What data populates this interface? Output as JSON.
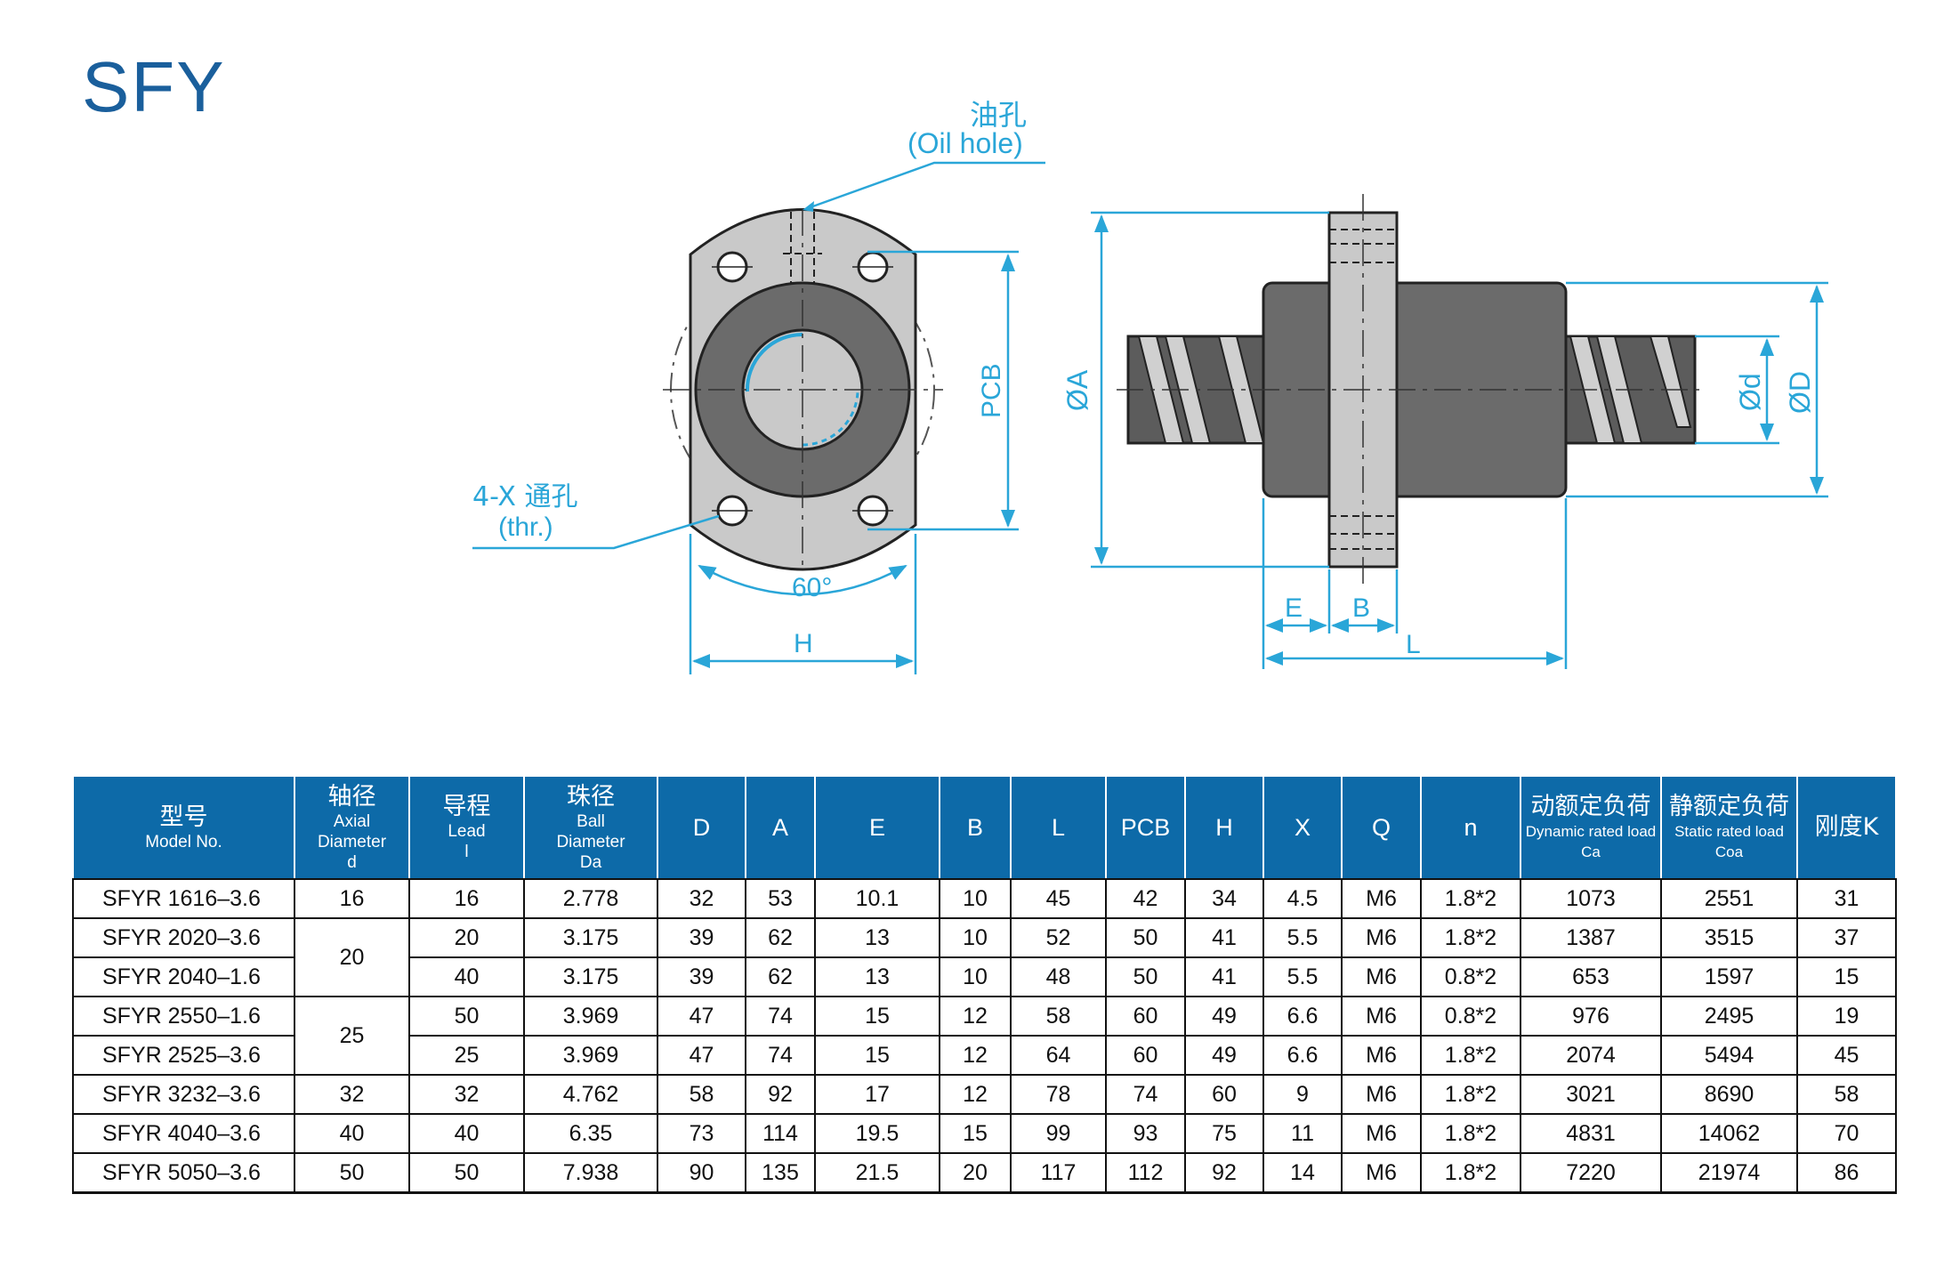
{
  "page": {
    "title": "SFY"
  },
  "drawing": {
    "oil_hole_cn": "油孔",
    "oil_hole_en": "(Oil hole)",
    "through_hole_cn": "4-X 通孔",
    "through_hole_en": "(thr.)",
    "angle": "60°",
    "dim_H": "H",
    "dim_PCB": "PCB",
    "dim_A": "ØA",
    "dim_d": "Ød",
    "dim_D": "ØD",
    "dim_E": "E",
    "dim_B": "B",
    "dim_L": "L",
    "line_color": "#2aa6d8"
  },
  "table": {
    "header_color": "#0d6aa8",
    "headers": [
      {
        "cn": "型号",
        "en": "Model No."
      },
      {
        "cn": "轴径",
        "en": "Axial",
        "en2": "Diameter",
        "en3": "d"
      },
      {
        "cn": "导程",
        "en": "Lead",
        "en2": "l"
      },
      {
        "cn": "珠径",
        "en": "Ball",
        "en2": "Diameter",
        "en3": "Da"
      },
      {
        "label": "D"
      },
      {
        "label": "A"
      },
      {
        "label": "E"
      },
      {
        "label": "B"
      },
      {
        "label": "L"
      },
      {
        "label": "PCB"
      },
      {
        "label": "H"
      },
      {
        "label": "X"
      },
      {
        "label": "Q"
      },
      {
        "label": "n"
      },
      {
        "cn": "动额定负荷",
        "en": "Dynamic rated load",
        "en2": "Ca"
      },
      {
        "cn": "静额定负荷",
        "en": "Static rated  load",
        "en2": "Coa"
      },
      {
        "cn": "刚度K"
      }
    ],
    "rows": [
      {
        "model": "SFYR 1616–3.6",
        "d": "16",
        "lead": "16",
        "da": "2.778",
        "D": "32",
        "A": "53",
        "E": "10.1",
        "B": "10",
        "L": "45",
        "PCB": "42",
        "H": "34",
        "X": "4.5",
        "Q": "M6",
        "n": "1.8*2",
        "ca": "1073",
        "coa": "2551",
        "k": "31"
      },
      {
        "model": "SFYR 2020–3.6",
        "d": "20",
        "lead": "20",
        "da": "3.175",
        "D": "39",
        "A": "62",
        "E": "13",
        "B": "10",
        "L": "52",
        "PCB": "50",
        "H": "41",
        "X": "5.5",
        "Q": "M6",
        "n": "1.8*2",
        "ca": "1387",
        "coa": "3515",
        "k": "37"
      },
      {
        "model": "SFYR 2040–1.6",
        "lead": "40",
        "da": "3.175",
        "D": "39",
        "A": "62",
        "E": "13",
        "B": "10",
        "L": "48",
        "PCB": "50",
        "H": "41",
        "X": "5.5",
        "Q": "M6",
        "n": "0.8*2",
        "ca": "653",
        "coa": "1597",
        "k": "15"
      },
      {
        "model": "SFYR 2550–1.6",
        "d": "25",
        "lead": "50",
        "da": "3.969",
        "D": "47",
        "A": "74",
        "E": "15",
        "B": "12",
        "L": "58",
        "PCB": "60",
        "H": "49",
        "X": "6.6",
        "Q": "M6",
        "n": "0.8*2",
        "ca": "976",
        "coa": "2495",
        "k": "19"
      },
      {
        "model": "SFYR 2525–3.6",
        "lead": "25",
        "da": "3.969",
        "D": "47",
        "A": "74",
        "E": "15",
        "B": "12",
        "L": "64",
        "PCB": "60",
        "H": "49",
        "X": "6.6",
        "Q": "M6",
        "n": "1.8*2",
        "ca": "2074",
        "coa": "5494",
        "k": "45"
      },
      {
        "model": "SFYR 3232–3.6",
        "d": "32",
        "lead": "32",
        "da": "4.762",
        "D": "58",
        "A": "92",
        "E": "17",
        "B": "12",
        "L": "78",
        "PCB": "74",
        "H": "60",
        "X": "9",
        "Q": "M6",
        "n": "1.8*2",
        "ca": "3021",
        "coa": "8690",
        "k": "58"
      },
      {
        "model": "SFYR 4040–3.6",
        "d": "40",
        "lead": "40",
        "da": "6.35",
        "D": "73",
        "A": "114",
        "E": "19.5",
        "B": "15",
        "L": "99",
        "PCB": "93",
        "H": "75",
        "X": "11",
        "Q": "M6",
        "n": "1.8*2",
        "ca": "4831",
        "coa": "14062",
        "k": "70"
      },
      {
        "model": "SFYR 5050–3.6",
        "d": "50",
        "lead": "50",
        "da": "7.938",
        "D": "90",
        "A": "135",
        "E": "21.5",
        "B": "20",
        "L": "117",
        "PCB": "112",
        "H": "92",
        "X": "14",
        "Q": "M6",
        "n": "1.8*2",
        "ca": "7220",
        "coa": "21974",
        "k": "86"
      }
    ]
  }
}
